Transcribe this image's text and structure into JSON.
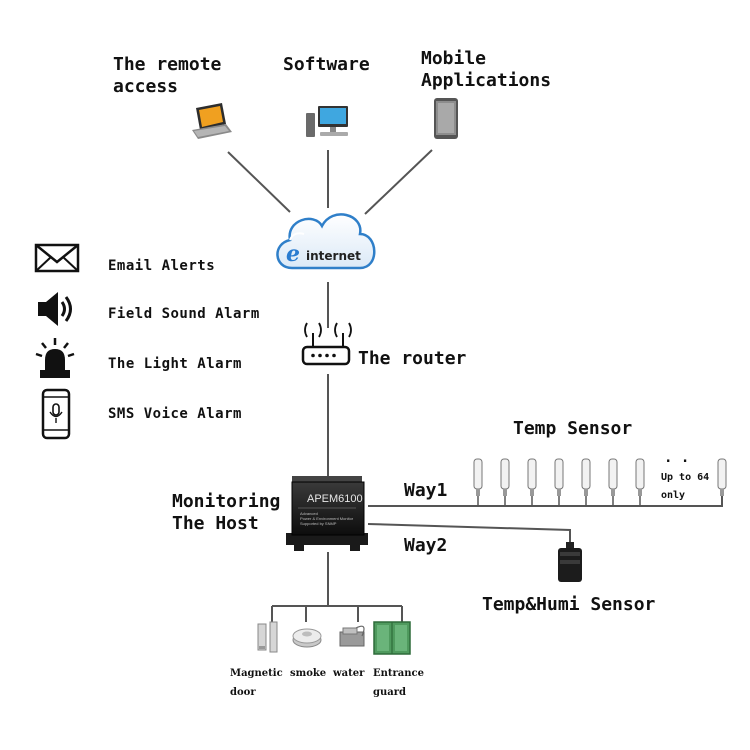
{
  "access": {
    "remote_line1": "The remote",
    "remote_line2": "access",
    "software": "Software",
    "mobile_line1": "Mobile",
    "mobile_line2": "Applications"
  },
  "cloud": {
    "e_letter": "e",
    "text": "internet"
  },
  "alerts": [
    {
      "label": "Email Alerts",
      "icon": "envelope-icon"
    },
    {
      "label": "Field Sound Alarm",
      "icon": "speaker-icon"
    },
    {
      "label": "The Light Alarm",
      "icon": "siren-light-icon"
    },
    {
      "label": "SMS Voice Alarm",
      "icon": "phone-voice-icon"
    }
  ],
  "router": {
    "label": "The router"
  },
  "host": {
    "label_line1": "Monitoring",
    "label_line2": "The Host",
    "model": "APEM6100",
    "sub_line1": "Advanced",
    "sub_line2": "Power & Environment Monitor",
    "sub_line3": "Supported by SNMP"
  },
  "temp": {
    "title": "Temp Sensor",
    "way1": "Way1",
    "dots": ". .",
    "upto_line1": "Up to 64",
    "upto_line2": "only"
  },
  "humi": {
    "way2": "Way2",
    "title": "Temp&Humi Sensor"
  },
  "devices": {
    "magnetic_line1": "Magnetic",
    "magnetic_line2": "door",
    "smoke": "smoke",
    "water": "water",
    "entrance_line1": "Entrance",
    "entrance_line2": "guard"
  }
}
